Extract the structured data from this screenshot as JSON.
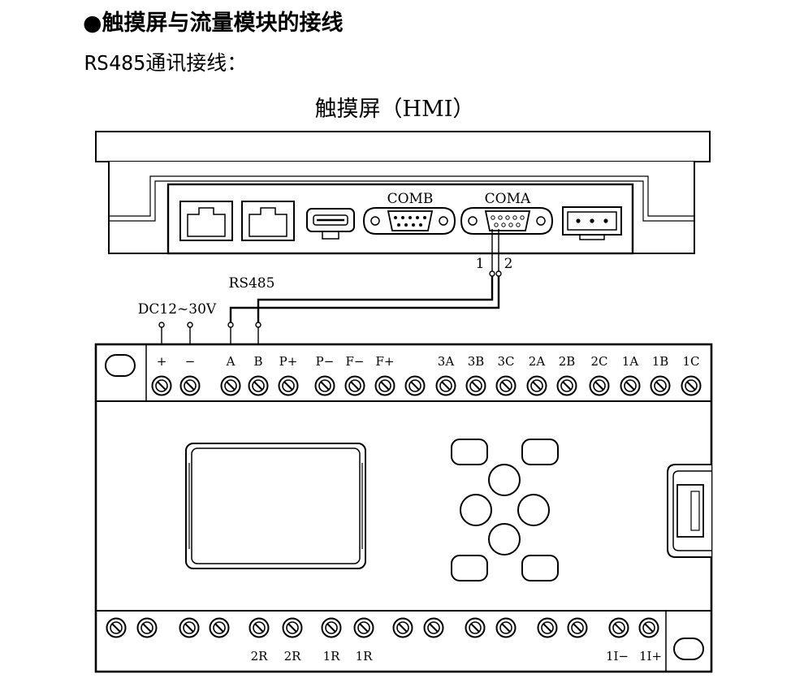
{
  "header": {
    "title": "●触摸屏与流量模块的接线",
    "subtitle": "RS485通讯接线："
  },
  "hmi": {
    "title": "触摸屏（HMI）",
    "port_comb": "COMB",
    "port_coma": "COMA",
    "pin_1": "1",
    "pin_2": "2"
  },
  "wiring": {
    "rs485_label": "RS485",
    "power_label": "DC12~30V"
  },
  "module": {
    "top_labels": [
      "+",
      "−",
      "A",
      "B",
      "P+",
      "P−",
      "F−",
      "F+",
      "3A",
      "3B",
      "3C",
      "2A",
      "2B",
      "2C",
      "1A",
      "1B",
      "1C"
    ],
    "bottom_labels": [
      "2R",
      "2R",
      "1R",
      "1R",
      "1I−",
      "1I+"
    ]
  },
  "colors": {
    "line": "#000000",
    "panel_gray": "#e8e8e8",
    "background": "#ffffff"
  }
}
